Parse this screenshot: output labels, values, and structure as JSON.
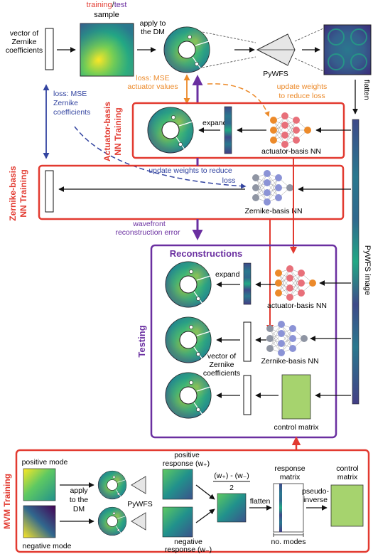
{
  "colors": {
    "red": "#e23a30",
    "purple": "#6a2fa0",
    "blue": "#3344a0",
    "orange": "#ec8a2a",
    "green_matrix": "#a6d36e",
    "black": "#111111"
  },
  "header": {
    "training": "training",
    "slash": "/",
    "test": "test",
    "sample": "sample"
  },
  "zernike_vector_label": [
    "vector of",
    "Zernike",
    "coefficients"
  ],
  "apply_dm_label": [
    "apply to",
    "the DM"
  ],
  "pywfs_label": "PyWFS",
  "flatten_label": "flatten",
  "pywfs_image_label": "PyWFS image",
  "loss_zernike": [
    "loss: MSE",
    "Zernike",
    "coefficients"
  ],
  "loss_actuator": [
    "loss: MSE",
    "actuator values"
  ],
  "update_weights_loss": [
    "update weights",
    "to reduce loss"
  ],
  "update_weights_reduce": [
    "update weights to reduce",
    "loss"
  ],
  "actuator_training_title": [
    "Actuator-basis",
    "NN Training"
  ],
  "zernike_training_title": [
    "Zernike-basis",
    "NN Training"
  ],
  "expand_label": "expand",
  "actuator_nn_label": "actuator-basis NN",
  "zernike_nn_label": "Zernike-basis NN",
  "wavefront_error_label": [
    "wavefront",
    "reconstruction error"
  ],
  "reconstructions_title": "Reconstructions",
  "testing_title": "Testing",
  "control_matrix_label": "control matrix",
  "mvm": {
    "title": "MVM Training",
    "positive_mode": "positive mode",
    "negative_mode": "negative mode",
    "apply_dm": [
      "apply",
      "to the",
      "DM"
    ],
    "pywfs": "PyWFS",
    "positive_response": [
      "positive",
      "response (w₊)"
    ],
    "negative_response": [
      "negative",
      "response (w₋)"
    ],
    "difference_numerator": "(w₊) - (w₋)",
    "difference_denominator": "2",
    "flatten": "flatten",
    "response_matrix": [
      "response",
      "matrix"
    ],
    "no_modes": "no. modes",
    "pseudo_inverse": [
      "pseudo-",
      "inverse"
    ],
    "control_matrix": [
      "control",
      "matrix"
    ]
  }
}
